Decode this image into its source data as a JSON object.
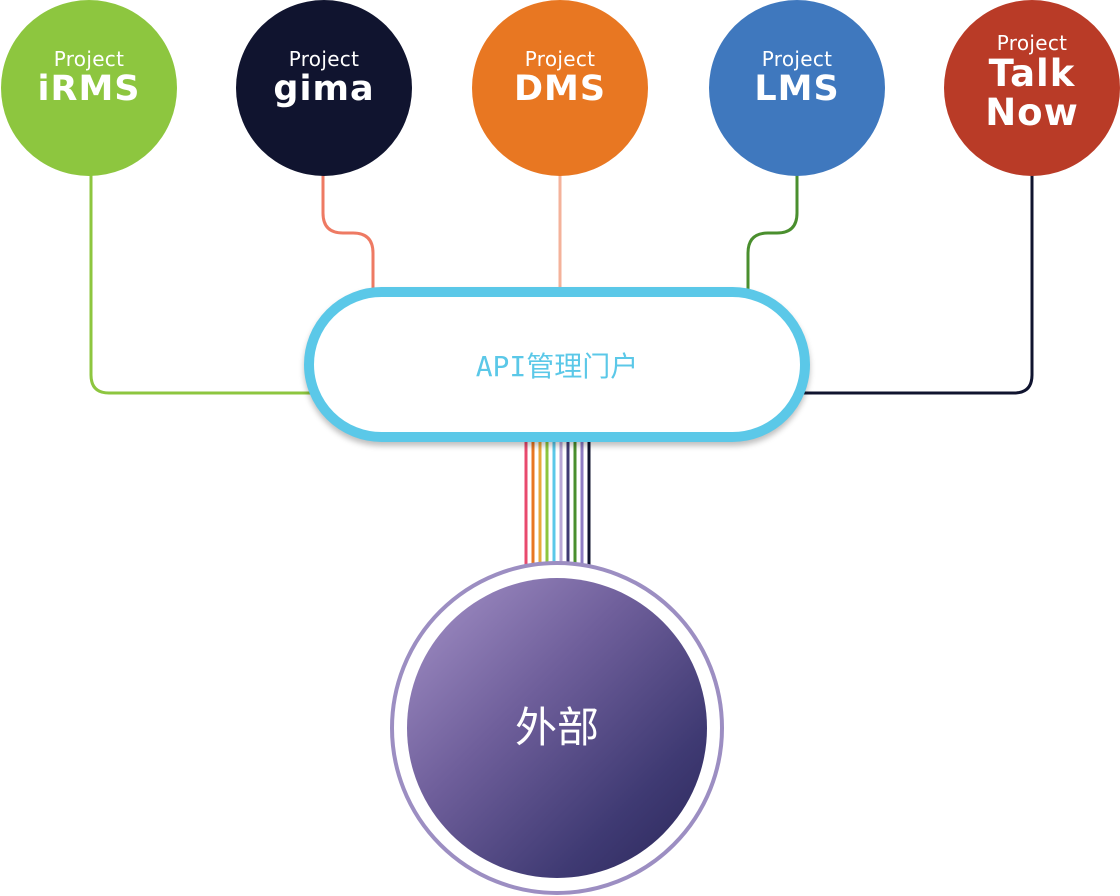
{
  "projects": [
    {
      "prefix": "Project",
      "name": "iRMS",
      "color": "#8dc63f",
      "line_color": "#8dc63f"
    },
    {
      "prefix": "Project",
      "name": "gima",
      "color": "#10142f",
      "line_color": "#ee7a63"
    },
    {
      "prefix": "Project",
      "name": "DMS",
      "color": "#e87722",
      "line_color": "#f4b29a"
    },
    {
      "prefix": "Project",
      "name": "LMS",
      "color": "#3f78be",
      "line_color": "#4a8f2e"
    },
    {
      "prefix": "Project",
      "name": "Talk Now",
      "color": "#b93b27",
      "line_color": "#10142f"
    }
  ],
  "portal": {
    "label": "API管理门户",
    "color": "#5bc8e8"
  },
  "external": {
    "label": "外部",
    "ring_color": "#9c8ec2"
  },
  "bundle_colors": [
    "#e84a6e",
    "#e87722",
    "#8dc63f",
    "#5bc8e8",
    "#b9a7d6",
    "#3f3a73",
    "#4a8f2e",
    "#10142f"
  ]
}
